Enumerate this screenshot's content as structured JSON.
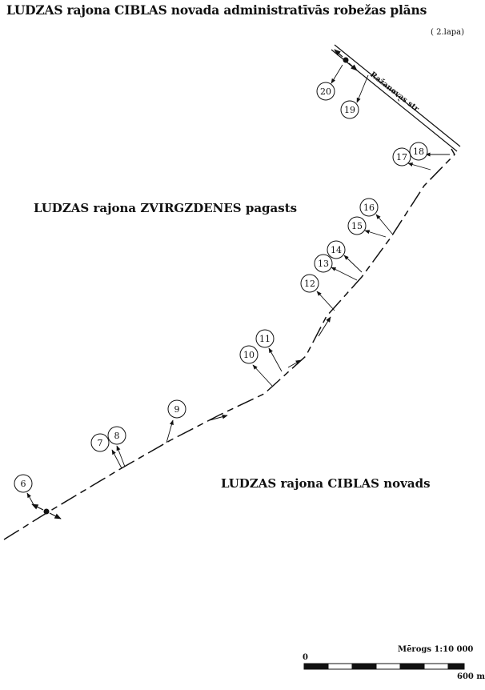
{
  "title": "LUDZAS rajona CIBLAS novada administratīvās robežas plāns",
  "sheet": "( 2.lapa)",
  "regions": {
    "north_west": "LUDZAS rajona ZVIRGZDENES pagasts",
    "south_east": "LUDZAS rajona CIBLAS novads"
  },
  "road_label": "Ražanovas str",
  "points": [
    {
      "id": "6",
      "label": "6"
    },
    {
      "id": "7",
      "label": "7"
    },
    {
      "id": "8",
      "label": "8"
    },
    {
      "id": "9",
      "label": "9"
    },
    {
      "id": "10",
      "label": "10"
    },
    {
      "id": "11",
      "label": "11"
    },
    {
      "id": "12",
      "label": "12"
    },
    {
      "id": "13",
      "label": "13"
    },
    {
      "id": "14",
      "label": "14"
    },
    {
      "id": "15",
      "label": "15"
    },
    {
      "id": "16",
      "label": "16"
    },
    {
      "id": "17",
      "label": "17"
    },
    {
      "id": "18",
      "label": "18"
    },
    {
      "id": "19",
      "label": "19"
    },
    {
      "id": "20",
      "label": "20"
    }
  ],
  "scale": {
    "title": "Mērogs 1:10 000",
    "start": "0",
    "end": "600 m"
  },
  "colors": {
    "ink": "#111111",
    "paper": "#ffffff"
  }
}
